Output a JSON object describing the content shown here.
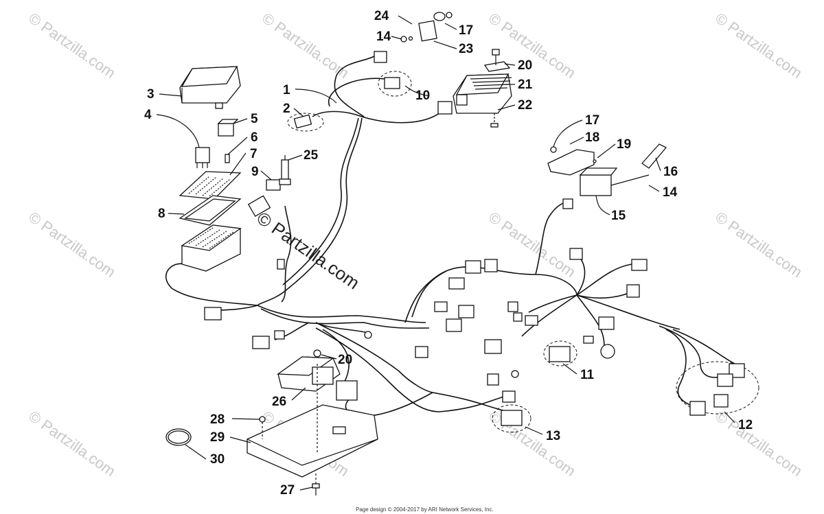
{
  "callouts": [
    "1",
    "2",
    "3",
    "4",
    "5",
    "6",
    "7",
    "8",
    "9",
    "10",
    "11",
    "12",
    "13",
    "14",
    "14",
    "15",
    "16",
    "17",
    "17",
    "18",
    "19",
    "20",
    "20",
    "21",
    "22",
    "23",
    "24",
    "25",
    "26",
    "27",
    "28",
    "29",
    "30"
  ],
  "watermarks": {
    "small": "© Partzilla.com",
    "center": "© Partzilla.com"
  },
  "footer": "Page design © 2004-2017 by ARI Network Services, Inc."
}
